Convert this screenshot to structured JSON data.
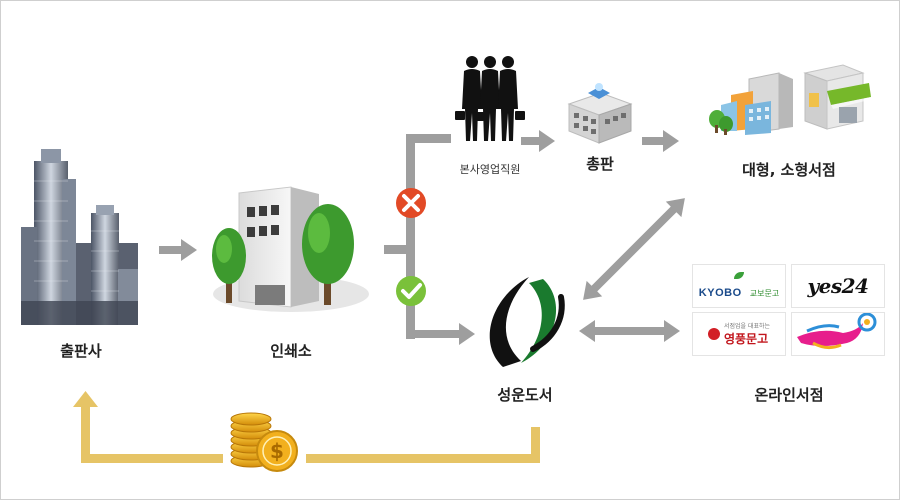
{
  "nodes": {
    "publisher": "출판사",
    "printer": "인쇄소",
    "sales_staff": "본사영업직원",
    "wholesaler": "총판",
    "bookstores": "대형, 소형서점",
    "seongun": "성운도서",
    "online": "온라인서점"
  },
  "online_logos": {
    "kyobo_name": "KYOBO",
    "kyobo_sub": "교보문고",
    "yes24": "yes24",
    "youngpoong_tag": "서점업을 대표하는",
    "youngpoong": "영풍문고"
  },
  "colors": {
    "flow_arrow": "#9e9e9e",
    "return_arrow": "#e6c466",
    "reject_badge": "#e24a26",
    "approve_badge": "#7ac13a",
    "tree_green": "#3d9a2e",
    "coin_gold": "#f2b01e"
  },
  "icons": {
    "reject": "x-mark-icon",
    "approve": "check-mark-icon",
    "payment": "coin-stack-icon"
  }
}
